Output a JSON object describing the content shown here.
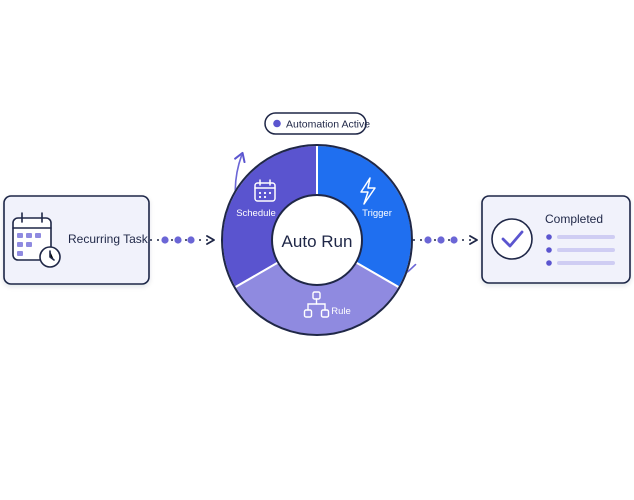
{
  "status_badge": {
    "label": "Automation Active"
  },
  "source_card": {
    "label": "Recurring Task",
    "icon": "calendar-clock-icon"
  },
  "cycle": {
    "center_label": "Auto Run",
    "segments": [
      {
        "label": "Schedule",
        "icon": "calendar-icon",
        "color": "#5a54cf"
      },
      {
        "label": "Trigger",
        "icon": "lightning-icon",
        "color": "#1f6ff0"
      },
      {
        "label": "Rule",
        "icon": "flow-rule-icon",
        "color": "#8f8ae0"
      }
    ]
  },
  "result_card": {
    "label": "Completed",
    "icon": "check-circle-icon"
  },
  "colors": {
    "accent": "#5b55cf",
    "navy": "#1f2747",
    "blue": "#1f6ff0",
    "card_bg": "#f1f2fb",
    "list_line": "#cfcdf3"
  }
}
